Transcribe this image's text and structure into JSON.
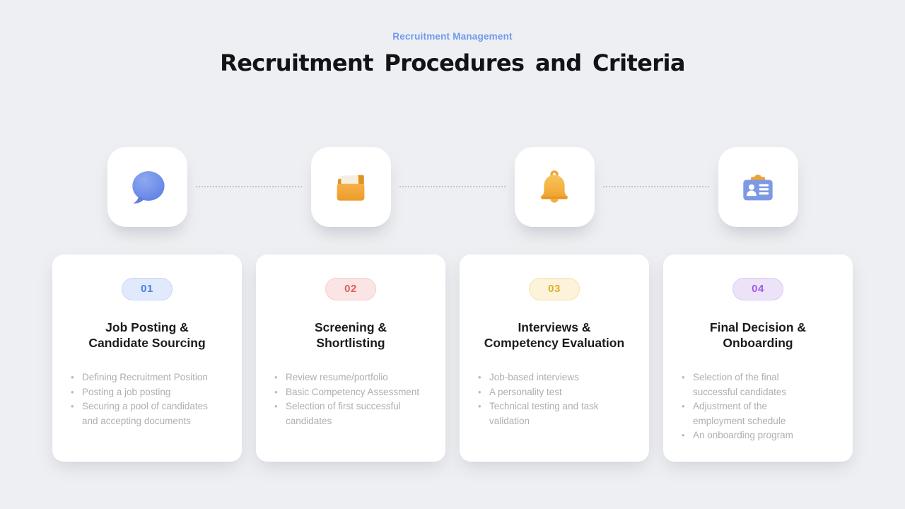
{
  "slide": {
    "eyebrow": "Recruitment Management",
    "title": "Recruitment Procedures and Criteria",
    "background_color": "#eeeff2",
    "eyebrow_color": "#6d9aee",
    "title_color": "#131316",
    "bullet_marker": "•"
  },
  "steps": [
    {
      "badge": "01",
      "icon": "speech-bubble-icon",
      "badge_text_color": "#4a7ee6",
      "badge_bg_color": "#e0eafc",
      "badge_border_color": "#c5d7f8",
      "title_line1": "Job Posting &",
      "title_line2": "Candidate Sourcing",
      "bullets": [
        "Defining Recruitment Position",
        "Posting a job posting",
        "Securing a pool of candidates and accepting documents"
      ]
    },
    {
      "badge": "02",
      "icon": "folder-icon",
      "badge_text_color": "#e25c5c",
      "badge_bg_color": "#fbe4e4",
      "badge_border_color": "#f6cccc",
      "title_line1": "Screening &",
      "title_line2": "Shortlisting",
      "bullets": [
        "Review resume/portfolio",
        "Basic Competency Assessment",
        "Selection of first successful candidates"
      ]
    },
    {
      "badge": "03",
      "icon": "bell-icon",
      "badge_text_color": "#dfae2c",
      "badge_bg_color": "#fcf3da",
      "badge_border_color": "#f3e3ae",
      "title_line1": "Interviews &",
      "title_line2": "Competency Evaluation",
      "bullets": [
        "Job-based interviews",
        "A personality test",
        "Technical testing and task validation"
      ]
    },
    {
      "badge": "04",
      "icon": "id-card-icon",
      "badge_text_color": "#9c5ce6",
      "badge_bg_color": "#ece3f9",
      "badge_border_color": "#dccaf3",
      "title_line1": "Final Decision &",
      "title_line2": "Onboarding",
      "bullets": [
        "Selection of the final successful candidates",
        "Adjustment of the employment schedule",
        "An onboarding program"
      ]
    }
  ]
}
